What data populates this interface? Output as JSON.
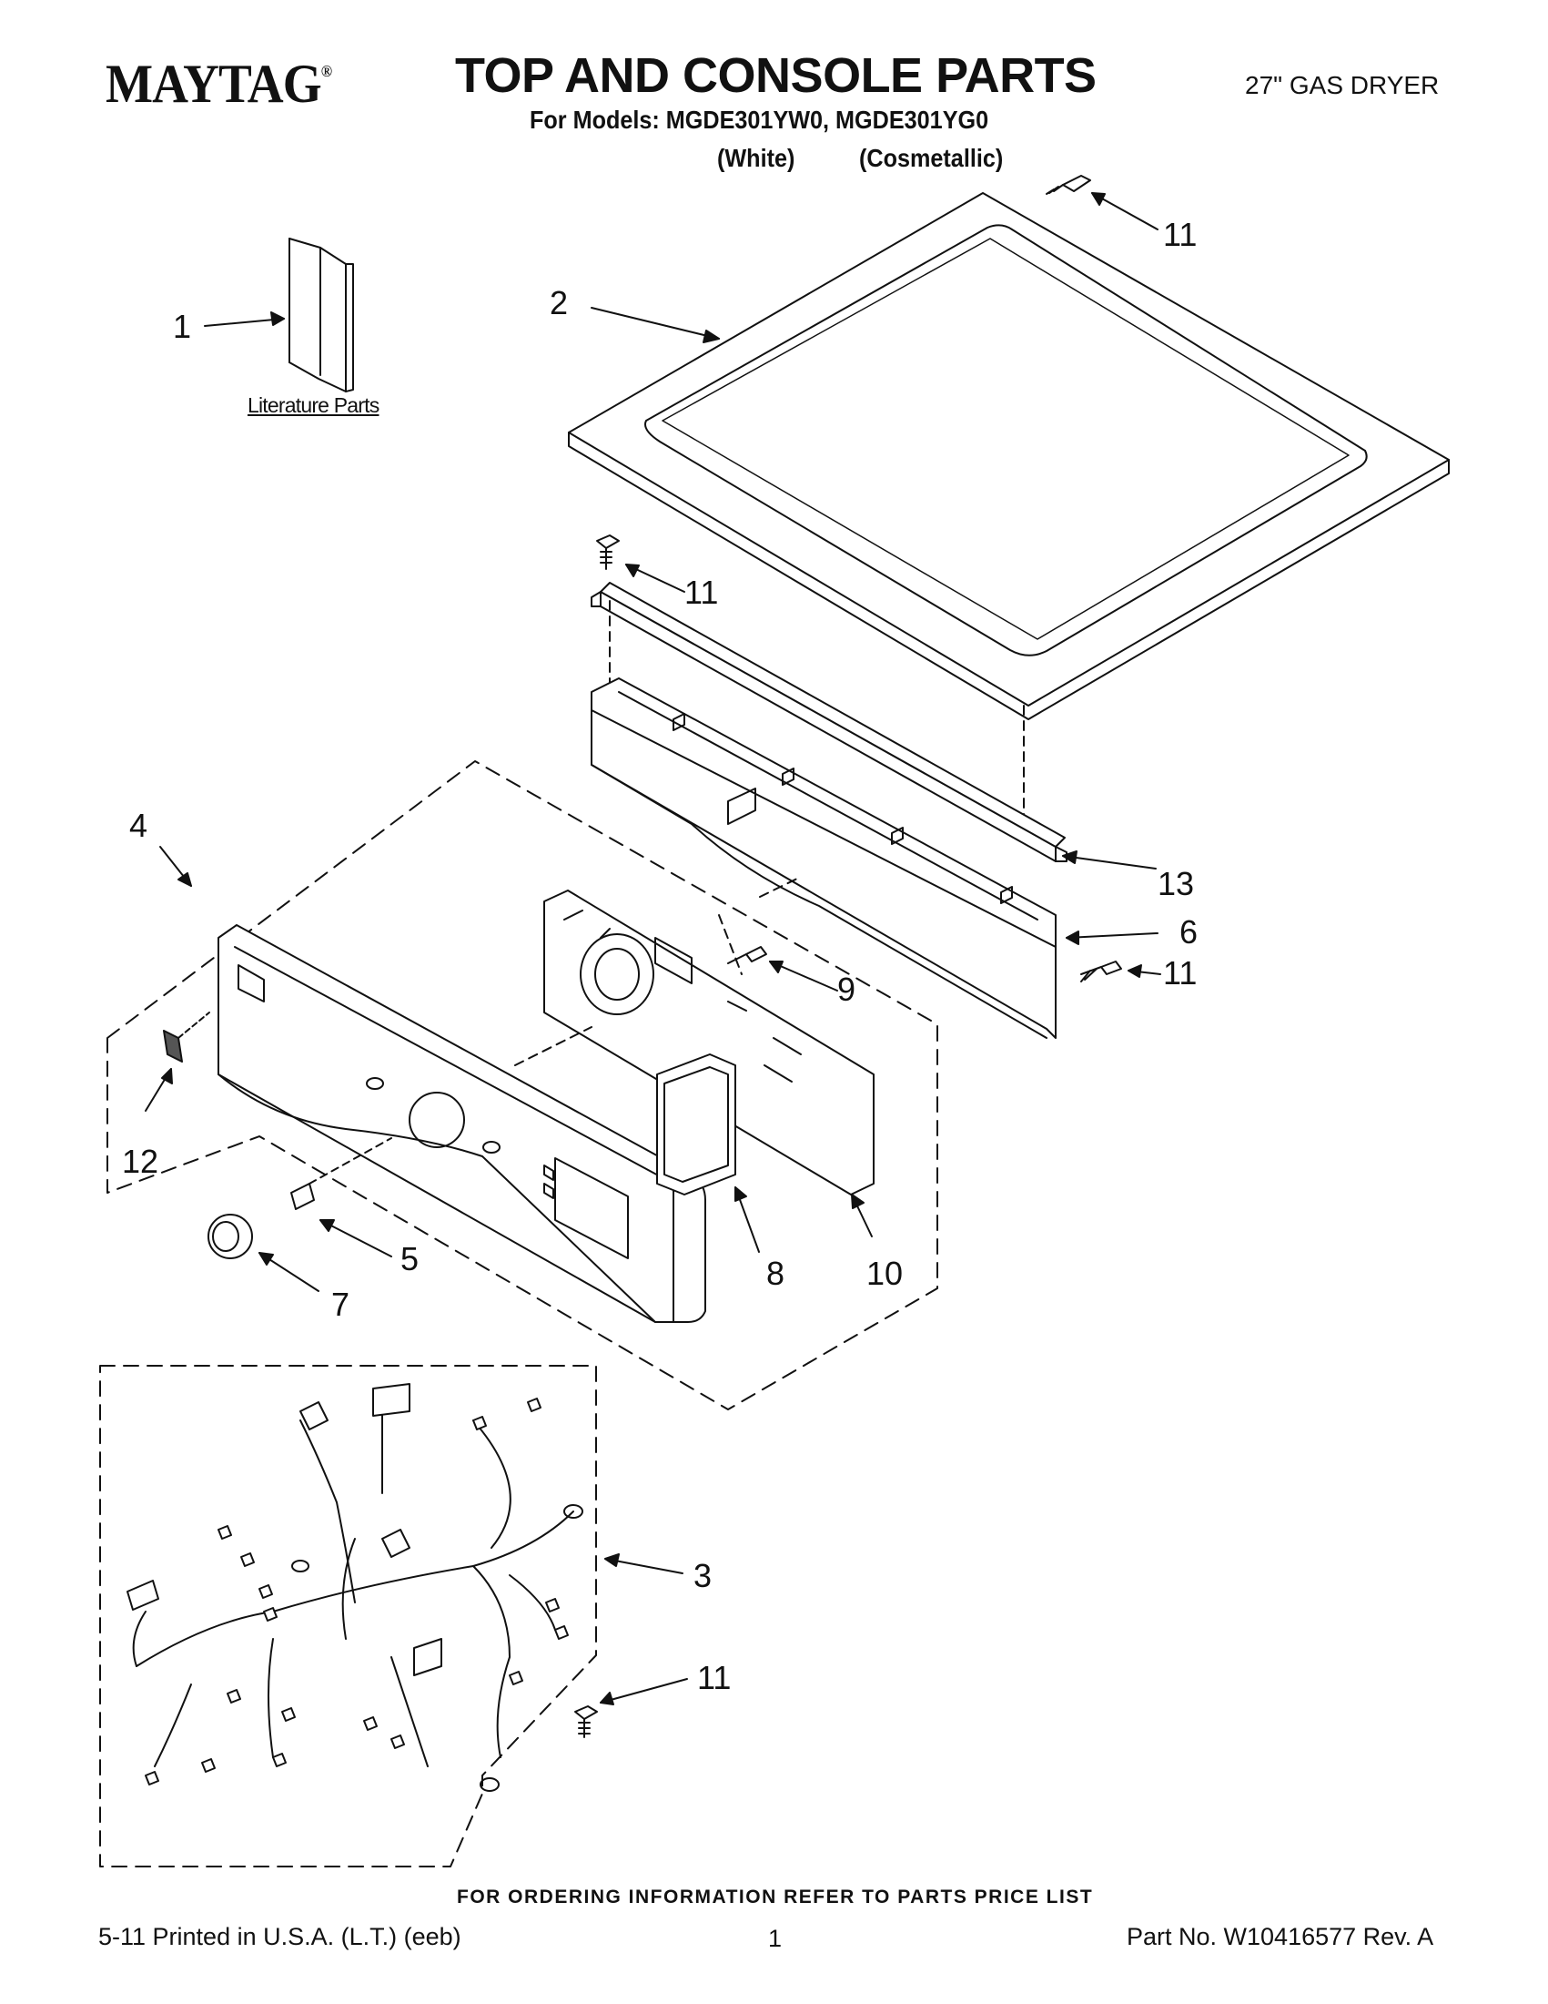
{
  "header": {
    "brand": "MAYTAG",
    "brand_mark": "®",
    "title": "TOP AND CONSOLE PARTS",
    "models_line": "For Models: MGDE301YW0, MGDE301YG0",
    "variant_1": "(White)",
    "variant_2": "(Cosmetallic)",
    "product_type": "27\" GAS DRYER"
  },
  "diagram": {
    "literature_label": "Literature Parts",
    "callouts": {
      "c1": "1",
      "c2": "2",
      "c3": "3",
      "c4": "4",
      "c5": "5",
      "c6": "6",
      "c7": "7",
      "c8": "8",
      "c9": "9",
      "c10": "10",
      "c11a": "11",
      "c11b": "11",
      "c11c": "11",
      "c11d": "11",
      "c12": "12",
      "c13": "13"
    }
  },
  "footer": {
    "ordering_note": "FOR ORDERING INFORMATION REFER TO PARTS PRICE LIST",
    "print_info": "5-11 Printed in U.S.A. (L.T.) (eeb)",
    "page_number": "1",
    "part_number": "Part No. W10416577 Rev. A"
  }
}
